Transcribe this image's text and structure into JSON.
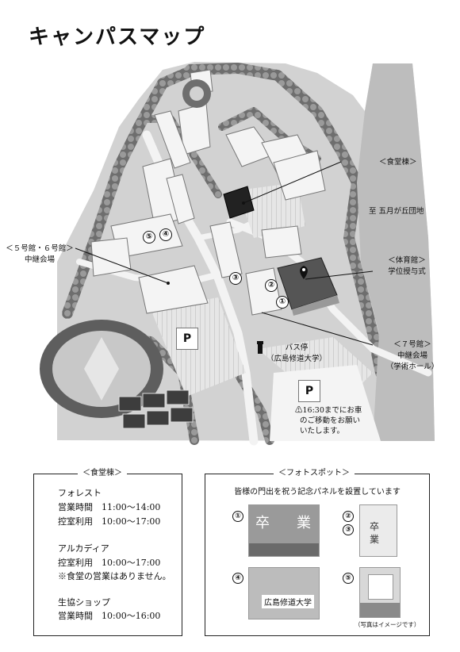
{
  "title": "キャンパスマップ",
  "map": {
    "labels": {
      "cafeteria": "＜食堂棟＞",
      "to_goryo": "至 五月が丘団地",
      "bldg56_title": "＜５号館・６号館＞",
      "bldg56_sub": "中継会場",
      "gym_title": "＜体育館＞",
      "gym_sub": "学位授与式",
      "bldg7_title": "＜７号館＞",
      "bldg7_sub1": "中継会場",
      "bldg7_sub2": "（学術ホール）",
      "bus_stop_title": "バス停",
      "bus_stop_sub": "（広島修道大学）",
      "notice_line1": "⚠16:30までにお車",
      "notice_line2": "のご移動をお願い",
      "notice_line3": "いたします。"
    },
    "parking": [
      "P",
      "P"
    ],
    "markers": [
      "①",
      "②",
      "③",
      "④",
      "⑤"
    ]
  },
  "cafeteria_box": {
    "title": "＜食堂棟＞",
    "forest_name": "フォレスト",
    "forest_hours": "営業時間　11:00〜14:00",
    "forest_seat": "控室利用　10:00〜17:00",
    "arcadia_name": "アルカディア",
    "arcadia_seat": "控室利用　10:00〜17:00",
    "arcadia_note": "※食堂の営業はありません。",
    "coop_name": "生協ショップ",
    "coop_hours": "営業時間　10:00〜16:00"
  },
  "photo_box": {
    "title": "＜フォトスポット＞",
    "intro": "皆様の門出を祝う記念パネルを設置しています",
    "nums": [
      "①",
      "②",
      "③",
      "④",
      "⑤"
    ],
    "panel1_chars": [
      "卒",
      "業"
    ],
    "panel2_chars": [
      "卒",
      "業"
    ],
    "panel4_text": "広島修道大学",
    "caption": "（写真はイメージです）"
  }
}
